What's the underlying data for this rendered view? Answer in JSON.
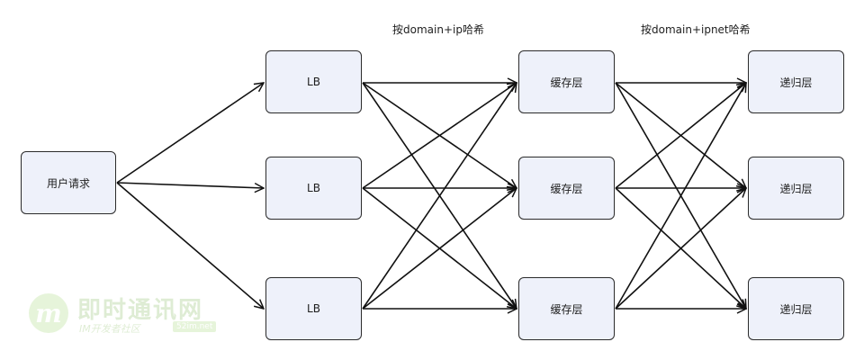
{
  "diagram": {
    "user_request": "用户请求",
    "lb_nodes": [
      "LB",
      "LB",
      "LB"
    ],
    "cache_nodes": [
      "缓存层",
      "缓存层",
      "缓存层"
    ],
    "recursive_nodes": [
      "递归层",
      "递归层",
      "递归层"
    ],
    "hash_label_1": "按domain+ip哈希",
    "hash_label_2": "按domain+ipnet哈希",
    "line_color": "#111111",
    "node_fill": "#eef1fa"
  },
  "watermark": {
    "logo_letter": "m",
    "title": "即时通讯网",
    "subtitle": "IM开发者社区",
    "badge": "52im.net"
  }
}
